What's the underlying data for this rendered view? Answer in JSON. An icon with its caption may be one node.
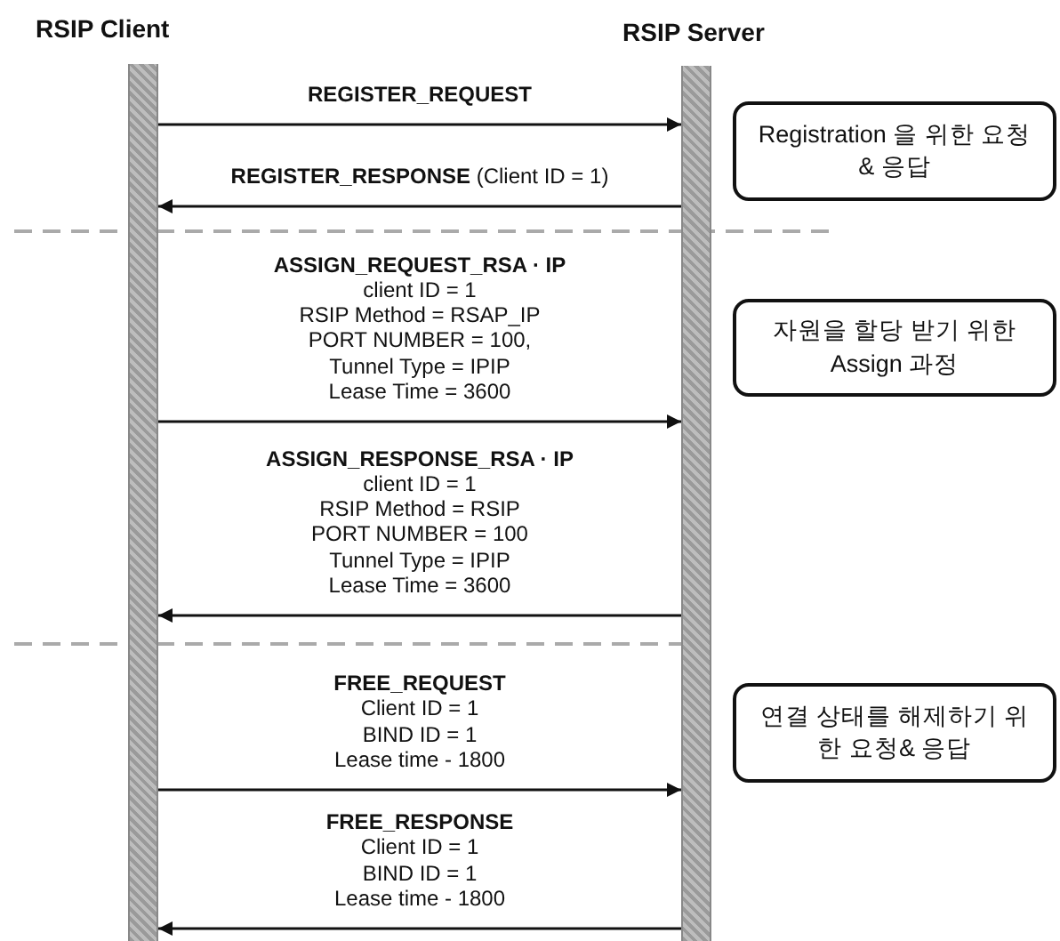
{
  "diagram": {
    "nodes": [
      {
        "text": [
          "RSIP Client"
        ]
      },
      {
        "text": [
          "RSIP Server"
        ]
      },
      {
        "text": [
          "Registration 을 위한 요청 & 응답"
        ]
      },
      {
        "text": [
          "자원을 할당 받기 위한 Assign 과정"
        ]
      },
      {
        "text": [
          "연결 상태를 해제하기 위한 요청& 응답"
        ]
      }
    ],
    "edges": [
      {
        "from": 0,
        "to": 1,
        "arrow": "to",
        "label": "REGISTER_REQUEST"
      },
      {
        "from": 1,
        "to": 0,
        "arrow": "to",
        "label": "**REGISTER_RESPONSE** (Client ID = 1)"
      },
      {
        "from": 0,
        "to": 1,
        "arrow": "to",
        "label": "**ASSIGN_REQUEST_RSA · IP** client ID = 1 RSIP Method = RSAP_IP PORT NUMBER = 100, Tunnel Type = IPIP Lease Time = 3600"
      },
      {
        "from": 1,
        "to": 0,
        "arrow": "to",
        "label": "**ASSIGN_RESPONSE_RSA · IP** client ID = 1 RSIP Method = RSIP PORT NUMBER = 100 Tunnel Type = IPIP Lease Time = 3600"
      },
      {
        "from": 0,
        "to": 1,
        "arrow": "to",
        "label": "**FREE_REQUEST** Client ID = 1 BIND ID = 1 Lease time - 1800"
      },
      {
        "from": 1,
        "to": 0,
        "arrow": "to",
        "label": "**FREE_RESPONSE** Client ID = 1 BIND ID = 1 Lease time - 1800"
      }
    ]
  }
}
